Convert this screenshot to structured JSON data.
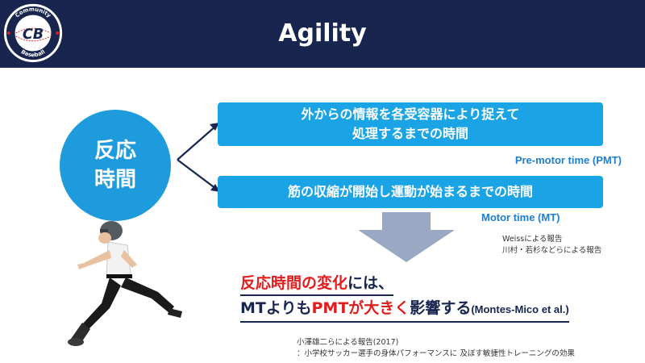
{
  "header": {
    "title": "Agility",
    "logo": {
      "initials": "CB",
      "ring_top_text": "Community",
      "ring_bottom_text": "Baseball"
    }
  },
  "diagram": {
    "circle": {
      "line1": "反応",
      "line2": "時間"
    },
    "box1": {
      "line1": "外からの情報を各受容器により捉えて",
      "line2": "処理するまでの時間"
    },
    "box1_label": "Pre-motor time (PMT)",
    "box2": {
      "line1": "筋の収縮が開始し運動が始まるまでの時間"
    },
    "box2_label": "Motor time (MT)"
  },
  "notes": {
    "line1": "Weissによる報告",
    "line2": "川村・若杉などらによる報告"
  },
  "conclusion": {
    "line1_red": "反応時間の変化",
    "line1_rest": "には、",
    "line2_navy1": "MTよりも",
    "line2_red": "PMTが大きく",
    "line2_navy2": "影響",
    "line2_navy3": "する",
    "cite": "(Montes-Mico et al.)"
  },
  "footnote": {
    "line1": "小澤雄二らによる報告(2017)",
    "line2": "：小学校サッカー選手の身体パフォーマンスに 及ぼす敏捷性トレーニングの効果"
  },
  "colors": {
    "header_bg": "#17254f",
    "accent_blue": "#1aa4e5",
    "label_blue": "#1e7fd0",
    "highlight_red": "#e21d1d",
    "arrow_gray": "#9aa9c3"
  }
}
